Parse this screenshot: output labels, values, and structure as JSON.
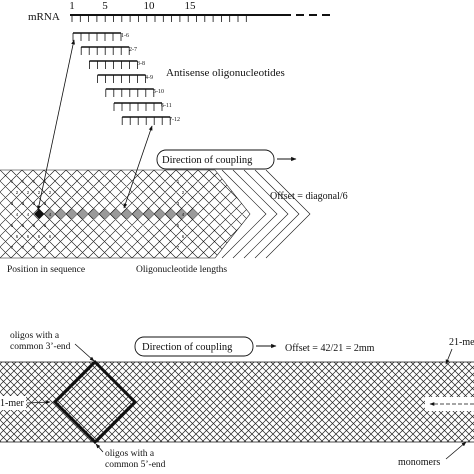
{
  "mrna": {
    "label": "mRNA",
    "ticks": [
      "1",
      "5",
      "10",
      "15"
    ]
  },
  "oligos": {
    "title": "Antisense oligonucleotides",
    "ranges": [
      "1-6",
      "2-7",
      "3-8",
      "4-9",
      "5-10",
      "6-11",
      "7-12"
    ]
  },
  "top_diagram": {
    "direction_label": "Direction of coupling",
    "offset_label": "Offset = diagonal/6",
    "position_label": "Position in sequence",
    "lengths_label": "Oligonucleotide lengths"
  },
  "bottom_diagram": {
    "direction_label": "Direction of coupling",
    "offset_label": "Offset = 42/21 = 2mm",
    "three_end_line1": "oligos with a",
    "three_end_line2": "common 3’-end",
    "five_end_line1": "oligos with a",
    "five_end_line2": "common 5’-end",
    "label_21mer": "21-me",
    "label_1mer": "1-mer",
    "monomers_label": "monomers"
  },
  "colors": {
    "ink": "#111111",
    "grey_fill": "#9a9a9a"
  }
}
